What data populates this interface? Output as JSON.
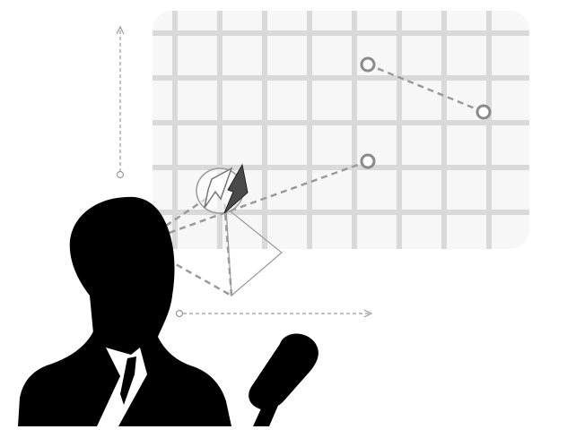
{
  "illustration": {
    "subject": "person-silhouette",
    "held_object": "handheld-controller",
    "grid": {
      "columns": 8,
      "rows": 5
    },
    "colors": {
      "background": "#ffffff",
      "grid_background": "#f7f7f7",
      "grid_lines": "#d9d9d9",
      "silhouette": "#000000",
      "dashed_lines": "#9a9a9a",
      "markers": "#8a8a8a",
      "arrows": "#9a9a9a"
    },
    "icons": [
      "person-silhouette-icon",
      "controller-icon",
      "cursor-pointer-icon",
      "laser-pointer-icon",
      "arrow-up-icon",
      "arrow-right-icon"
    ]
  }
}
